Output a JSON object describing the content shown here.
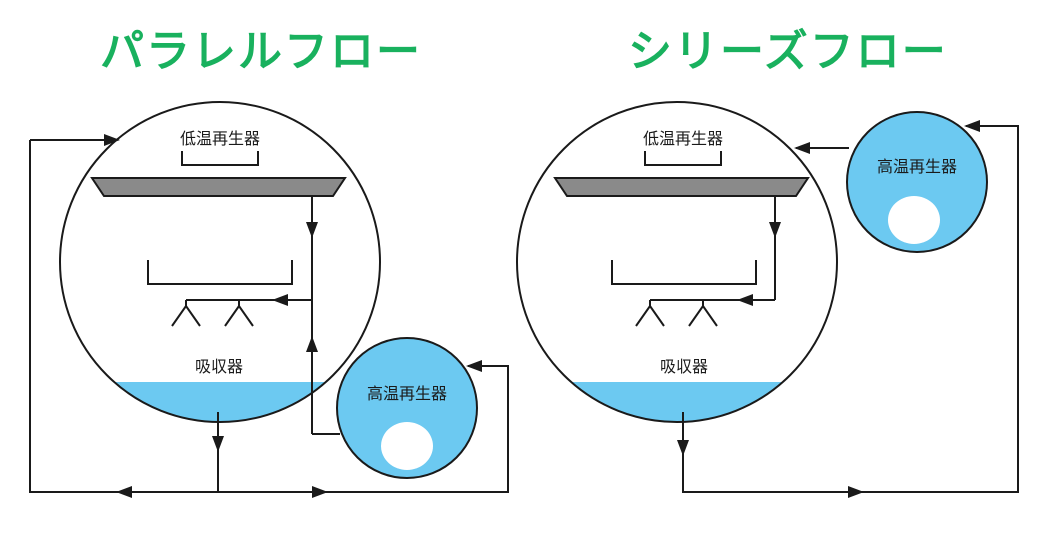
{
  "colors": {
    "title_green": "#19b15e",
    "line": "#1a1a1a",
    "liquid_blue": "#6cc9f1",
    "plate_gray": "#8a8a8a"
  },
  "diagrams": [
    {
      "title": "パラレルフロー",
      "low_temp_regenerator": "低温再生器",
      "absorber": "吸収器",
      "high_temp_regenerator": "高温再生器"
    },
    {
      "title": "シリーズフロー",
      "low_temp_regenerator": "低温再生器",
      "absorber": "吸収器",
      "high_temp_regenerator": "高温再生器"
    }
  ]
}
